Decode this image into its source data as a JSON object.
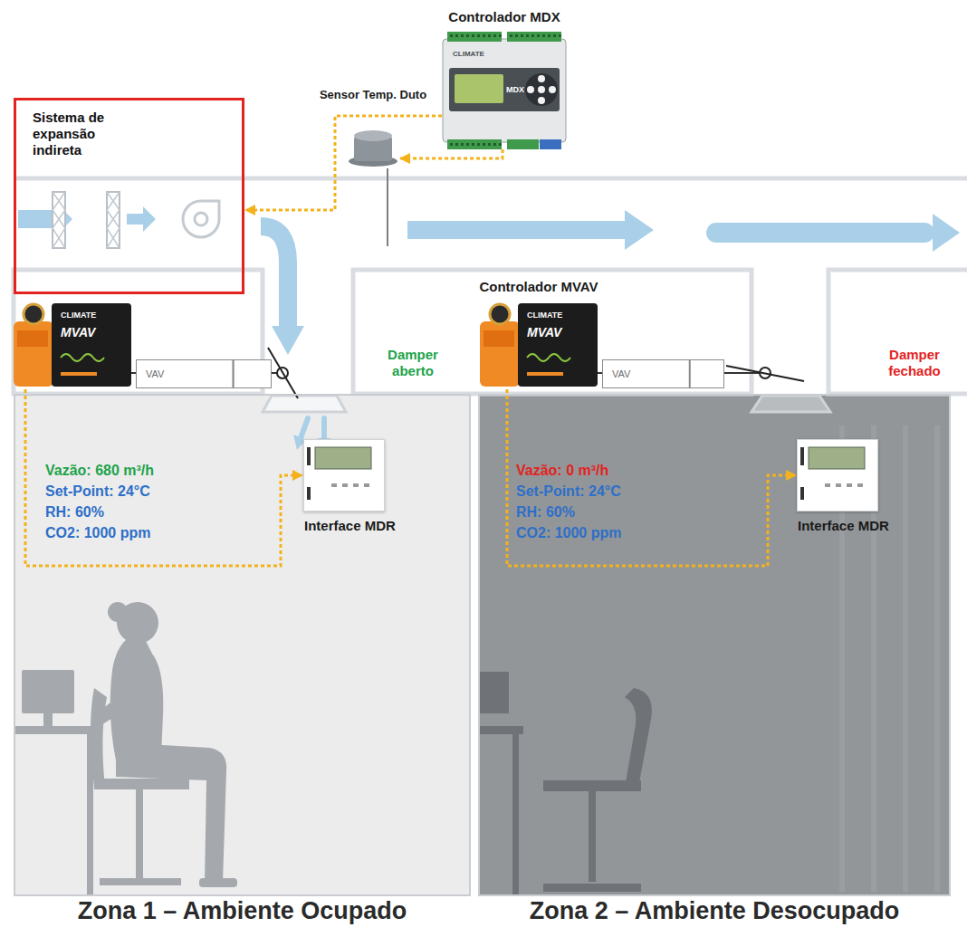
{
  "diagram": {
    "nodes": [
      {
        "text": [
          "Sistema de expansão indireta"
        ]
      },
      {
        "text": [
          "Controlador MDX",
          "CLIMATE",
          "MDX"
        ]
      },
      {
        "text": [
          "Sensor Temp. Duto"
        ]
      },
      {
        "text": [
          "Zona 1 – Ambiente Ocupado"
        ]
      },
      {
        "text": [
          "Zona 2 – Ambiente Desocupado"
        ]
      },
      {
        "text": [
          "Interface MDR"
        ],
        "in": 3
      },
      {
        "text": [
          "Interface MDR"
        ],
        "in": 4
      },
      {
        "text": [
          "CLIMATE",
          "MVAV"
        ]
      },
      {
        "text": [
          "Controlador MVAV",
          "CLIMATE",
          "MVAV"
        ]
      },
      {
        "text": [
          "VAV"
        ]
      },
      {
        "text": [
          "VAV"
        ]
      }
    ],
    "edges": [
      {
        "from": 1,
        "to": 2,
        "arrow": "to"
      },
      {
        "from": 1,
        "to": 0,
        "arrow": "to"
      },
      {
        "from": 7,
        "to": 9,
        "arrow": "none"
      },
      {
        "from": 8,
        "to": 10,
        "arrow": "none"
      },
      {
        "from": 7,
        "to": 5,
        "arrow": "to"
      },
      {
        "from": 8,
        "to": 6,
        "arrow": "to"
      }
    ],
    "labels": [
      "Damper aberto",
      "Damper fechado",
      "Vazão: 680 m³/h",
      "Set-Point: 24°C",
      "RH: 60%",
      "CO2: 1000 ppm",
      "Vazão: 0 m³/h",
      "Set-Point: 24°C",
      "RH: 60%",
      "CO2: 1000 ppm"
    ]
  }
}
